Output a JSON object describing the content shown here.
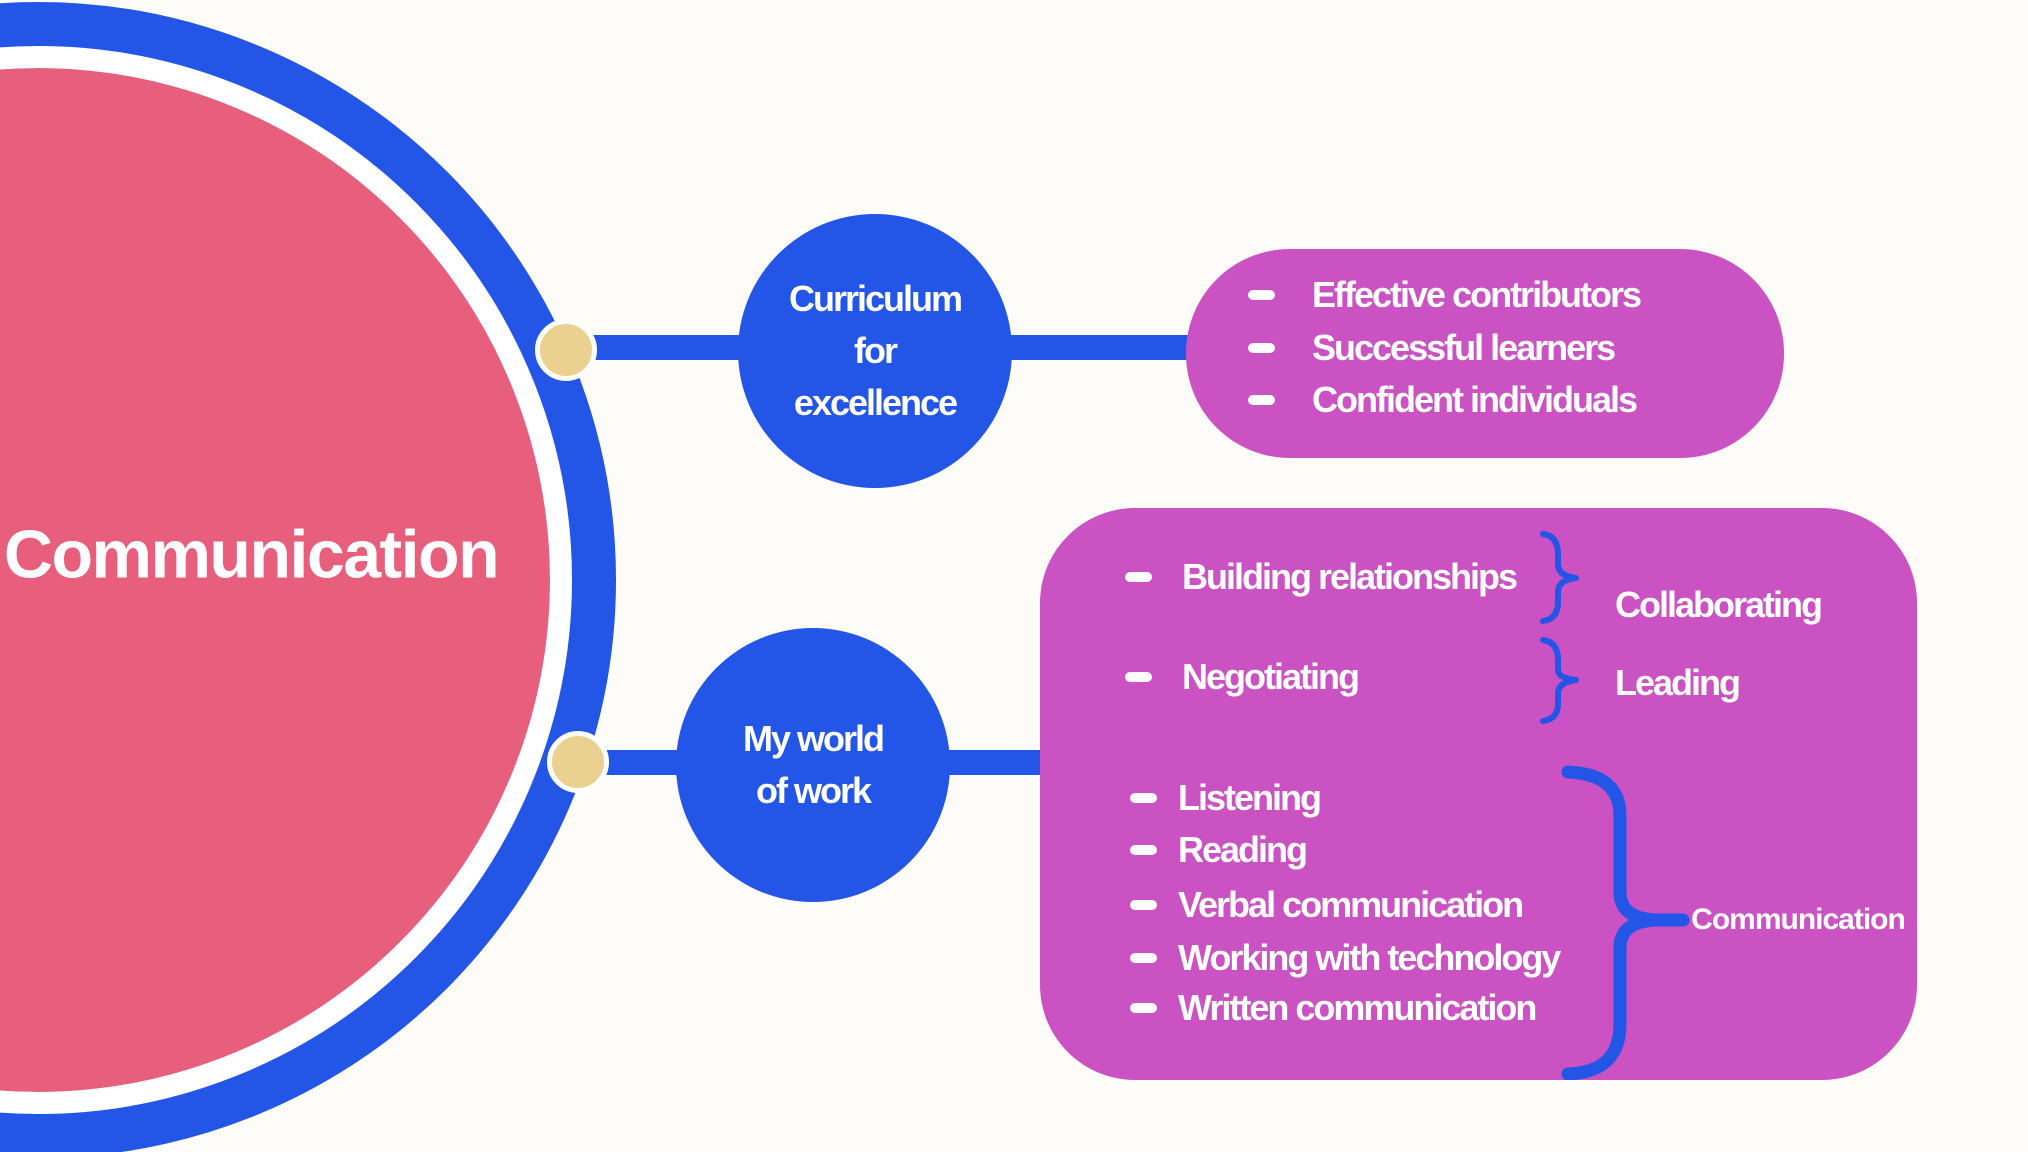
{
  "palette": {
    "background": "#FDFCF9",
    "blue": "#2355E6",
    "pink": "#E75F7C",
    "magenta": "#CB52C3",
    "dot_yellow": "#EAD190",
    "text_white": "#FFFFFF"
  },
  "central": {
    "label": "Communication"
  },
  "nodes": {
    "curriculum": {
      "lines": [
        "Curriculum",
        "for",
        "excellence"
      ]
    },
    "world": {
      "lines": [
        "My world",
        "of work"
      ]
    }
  },
  "outcomes_box": {
    "items": [
      "Effective contributors",
      "Successful learners",
      "Confident individuals"
    ]
  },
  "world_box": {
    "pairs": [
      {
        "item": "Building relationships",
        "category": "Collaborating"
      },
      {
        "item": "Negotiating",
        "category": "Leading"
      }
    ],
    "skills": [
      "Listening",
      "Reading",
      "Verbal communication",
      "Working with technology",
      "Written communication"
    ],
    "skills_category": "Communication"
  }
}
